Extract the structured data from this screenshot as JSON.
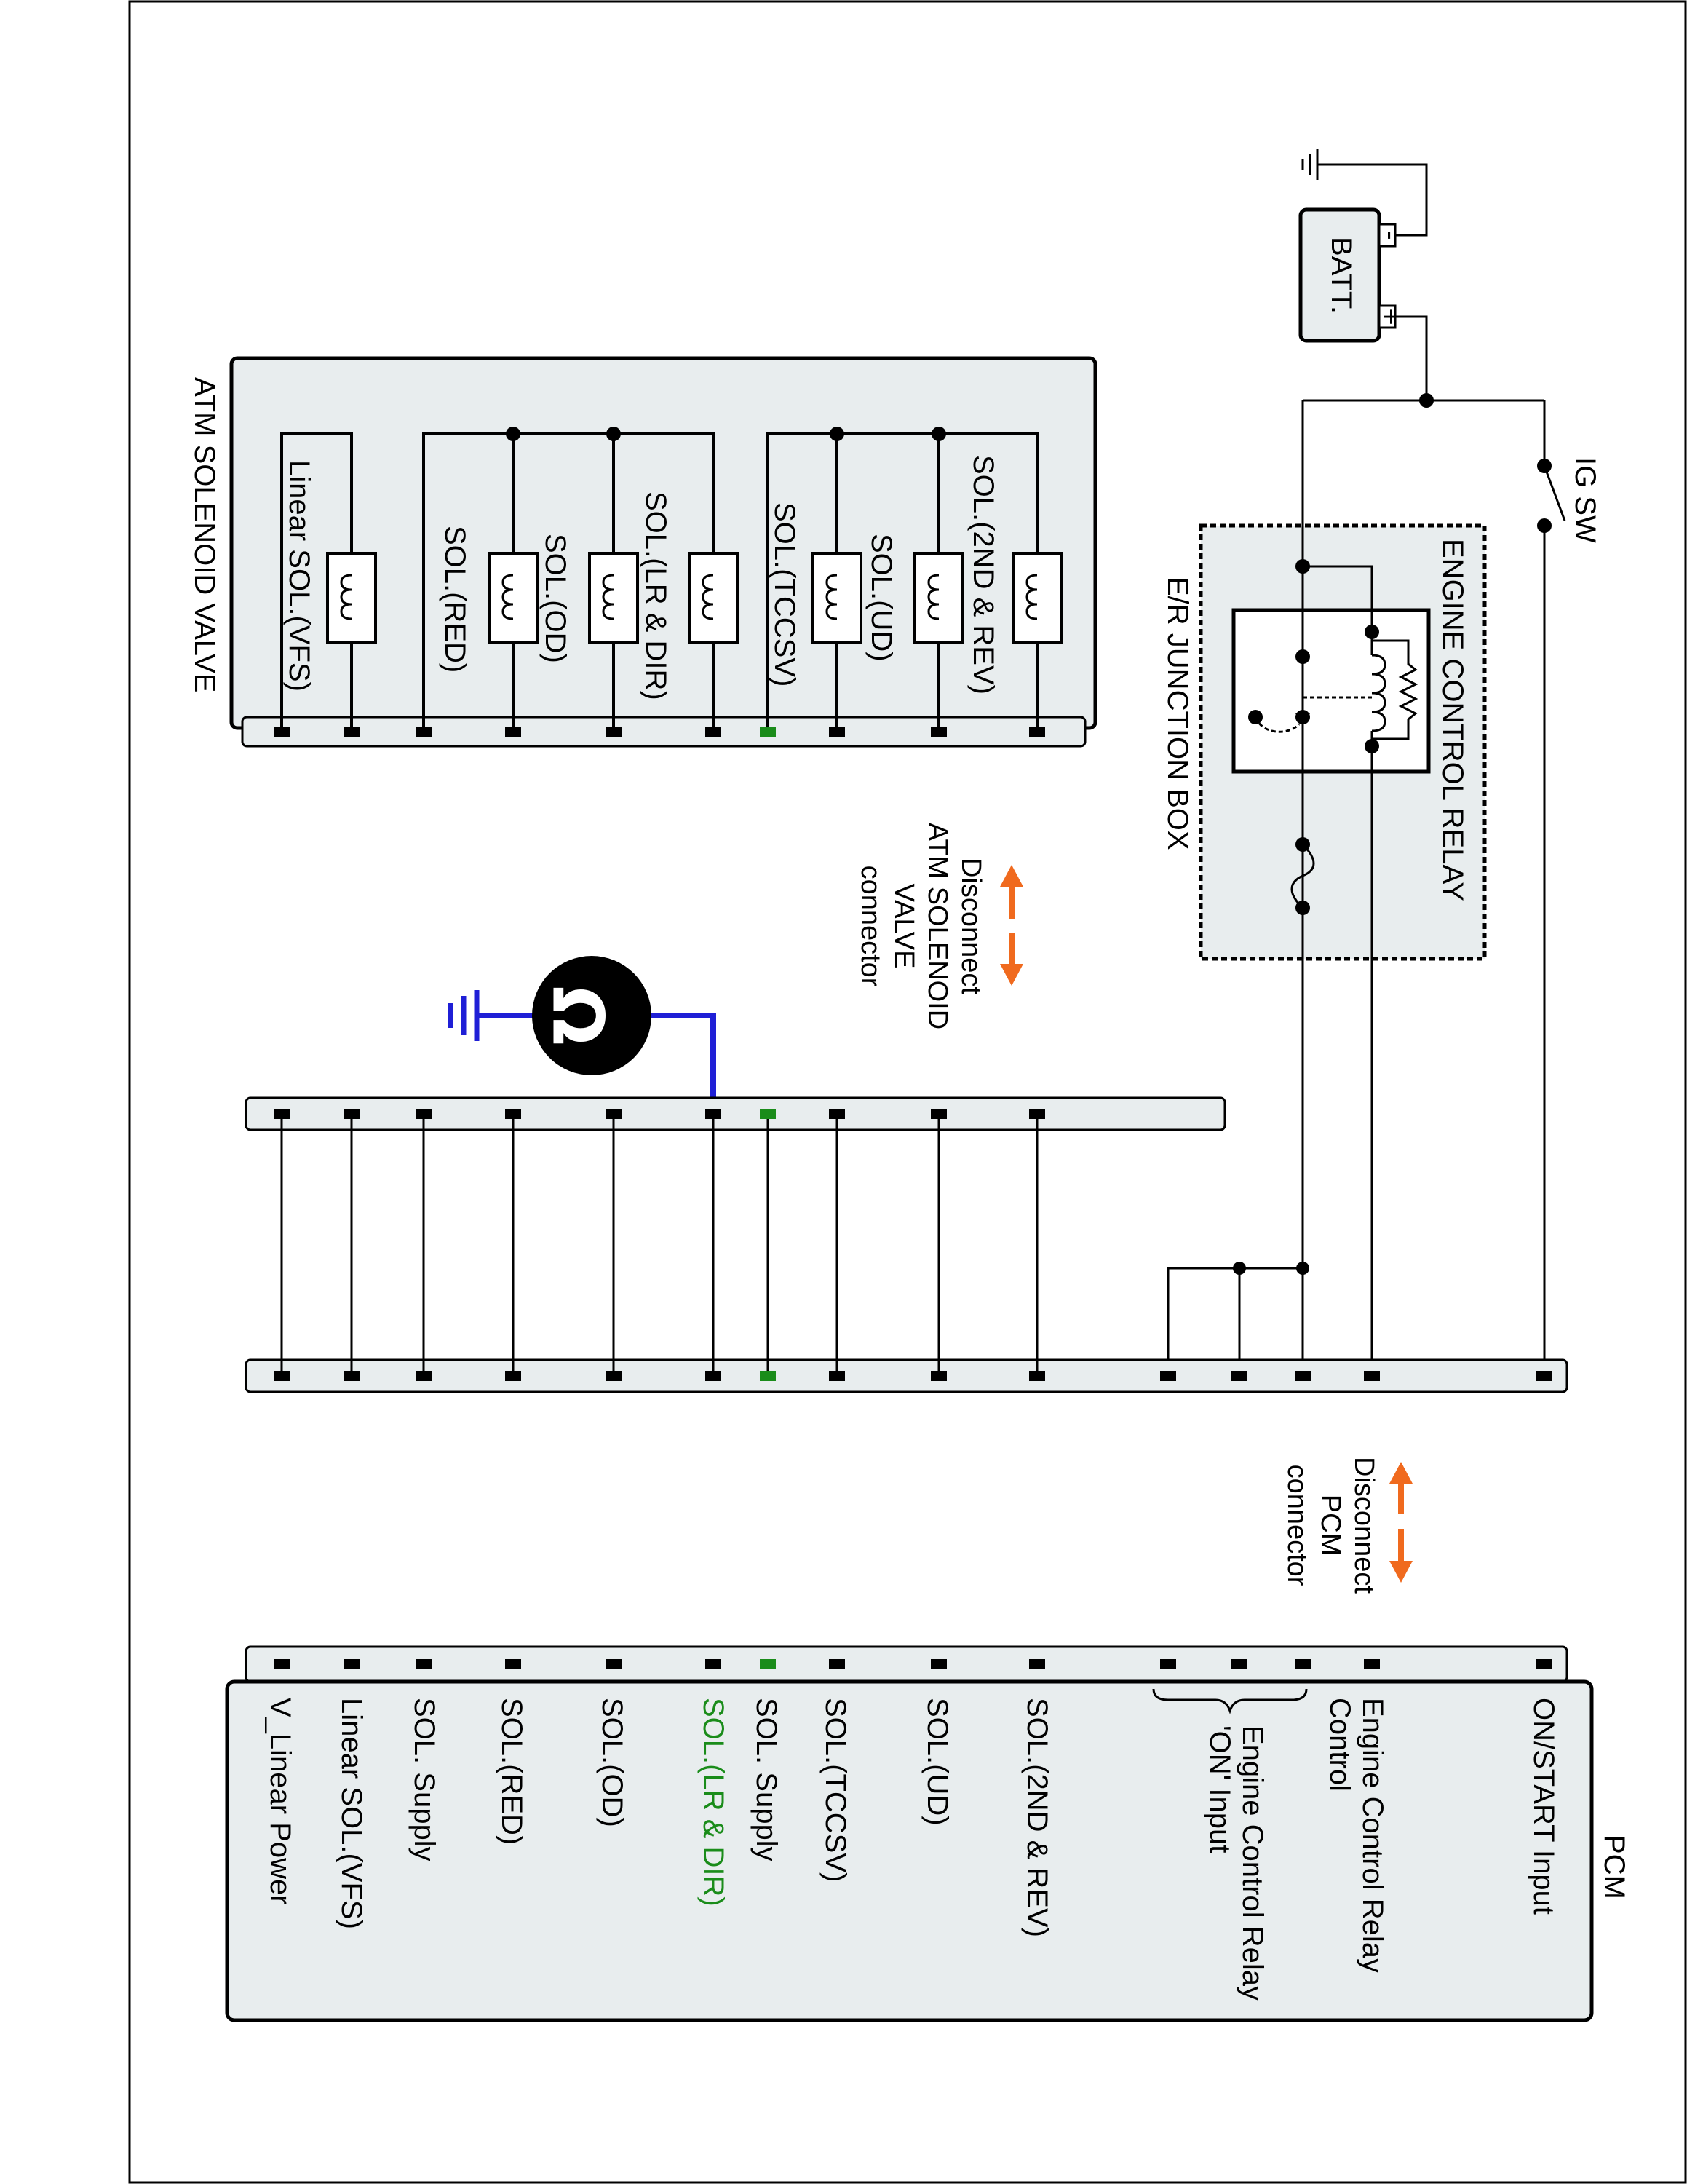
{
  "labels": {
    "batt": "BATT.",
    "batt_minus": "-",
    "batt_plus": "+",
    "ig_sw": "IG SW",
    "ecr": "ENGINE CONTROL RELAY",
    "junction": "E/R JUNCTION BOX",
    "atm": "ATM SOLENOID VALVE",
    "pcm": "PCM",
    "disc_atm": [
      "Disconnect",
      "ATM SOLENOID",
      "VALVE",
      "connector"
    ],
    "disc_pcm": [
      "Disconnect",
      "PCM",
      "connector"
    ]
  },
  "solenoids": [
    "SOL.(2ND & REV)",
    "SOL.(UD)",
    "SOL.(TCCSV)",
    "SOL.(LR & DIR)",
    "SOL.(OD)",
    "SOL.(RED)",
    "Linear SOL.(VFS)"
  ],
  "pcm_pins": {
    "on_start": "ON/START Input",
    "ecr_control": [
      "Engine Control Relay",
      "Control"
    ],
    "ecr_on": [
      "Engine Control Relay",
      "'ON' Input"
    ],
    "sol_2nd_rev": "SOL.(2ND & REV)",
    "sol_ud": "SOL.(UD)",
    "sol_tccsv": "SOL.(TCCSV)",
    "sol_supply_1": "SOL. Supply",
    "sol_lr_dir": "SOL.(LR & DIR)",
    "sol_od": "SOL.(OD)",
    "sol_red": "SOL.(RED)",
    "sol_supply_2": "SOL. Supply",
    "linear_vfs": "Linear SOL.(VFS)",
    "v_linear": "V_Linear Power"
  },
  "meter_icon": "ohm-meter-icon",
  "colors": {
    "highlight": "#1a8c1a",
    "probe_wire": "#1f1fd6",
    "arrow": "#f06a1e",
    "box_fill": "#e8edee"
  }
}
